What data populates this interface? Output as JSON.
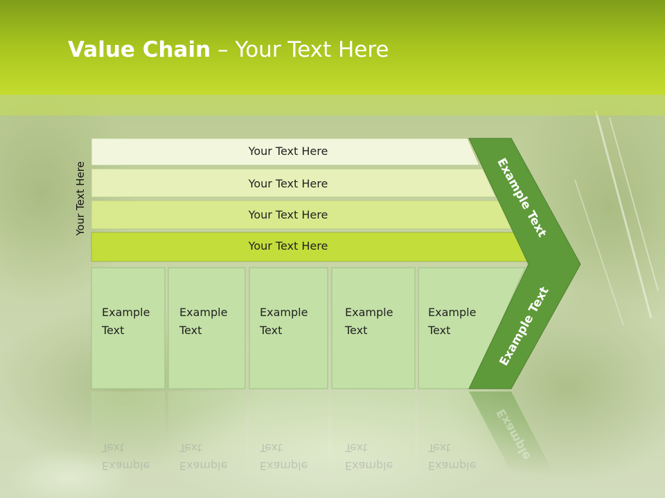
{
  "title": {
    "bold": "Value Chain",
    "rest": " – Your Text Here"
  },
  "vertical_label": "Your Text Here",
  "bars": [
    {
      "label": "Your Text Here"
    },
    {
      "label": "Your Text Here"
    },
    {
      "label": "Your Text Here"
    },
    {
      "label": "Your Text Here"
    }
  ],
  "columns": [
    {
      "line1": "Example",
      "line2": "Text"
    },
    {
      "line1": "Example",
      "line2": "Text"
    },
    {
      "line1": "Example",
      "line2": "Text"
    },
    {
      "line1": "Example",
      "line2": "Text"
    },
    {
      "line1": "Example",
      "line2": "Text"
    }
  ],
  "arrow": {
    "upper_label": "Example Text",
    "lower_label": "Example Text",
    "reflection_label": "Example"
  },
  "colors": {
    "header": "#a9c51f",
    "arrow": "#5f9a3a",
    "bar1": "#f1f6dc",
    "bar2": "#e6f0b8",
    "bar3": "#d9e98d",
    "bar4": "#c3dd3b",
    "column": "#c3e0a6"
  }
}
